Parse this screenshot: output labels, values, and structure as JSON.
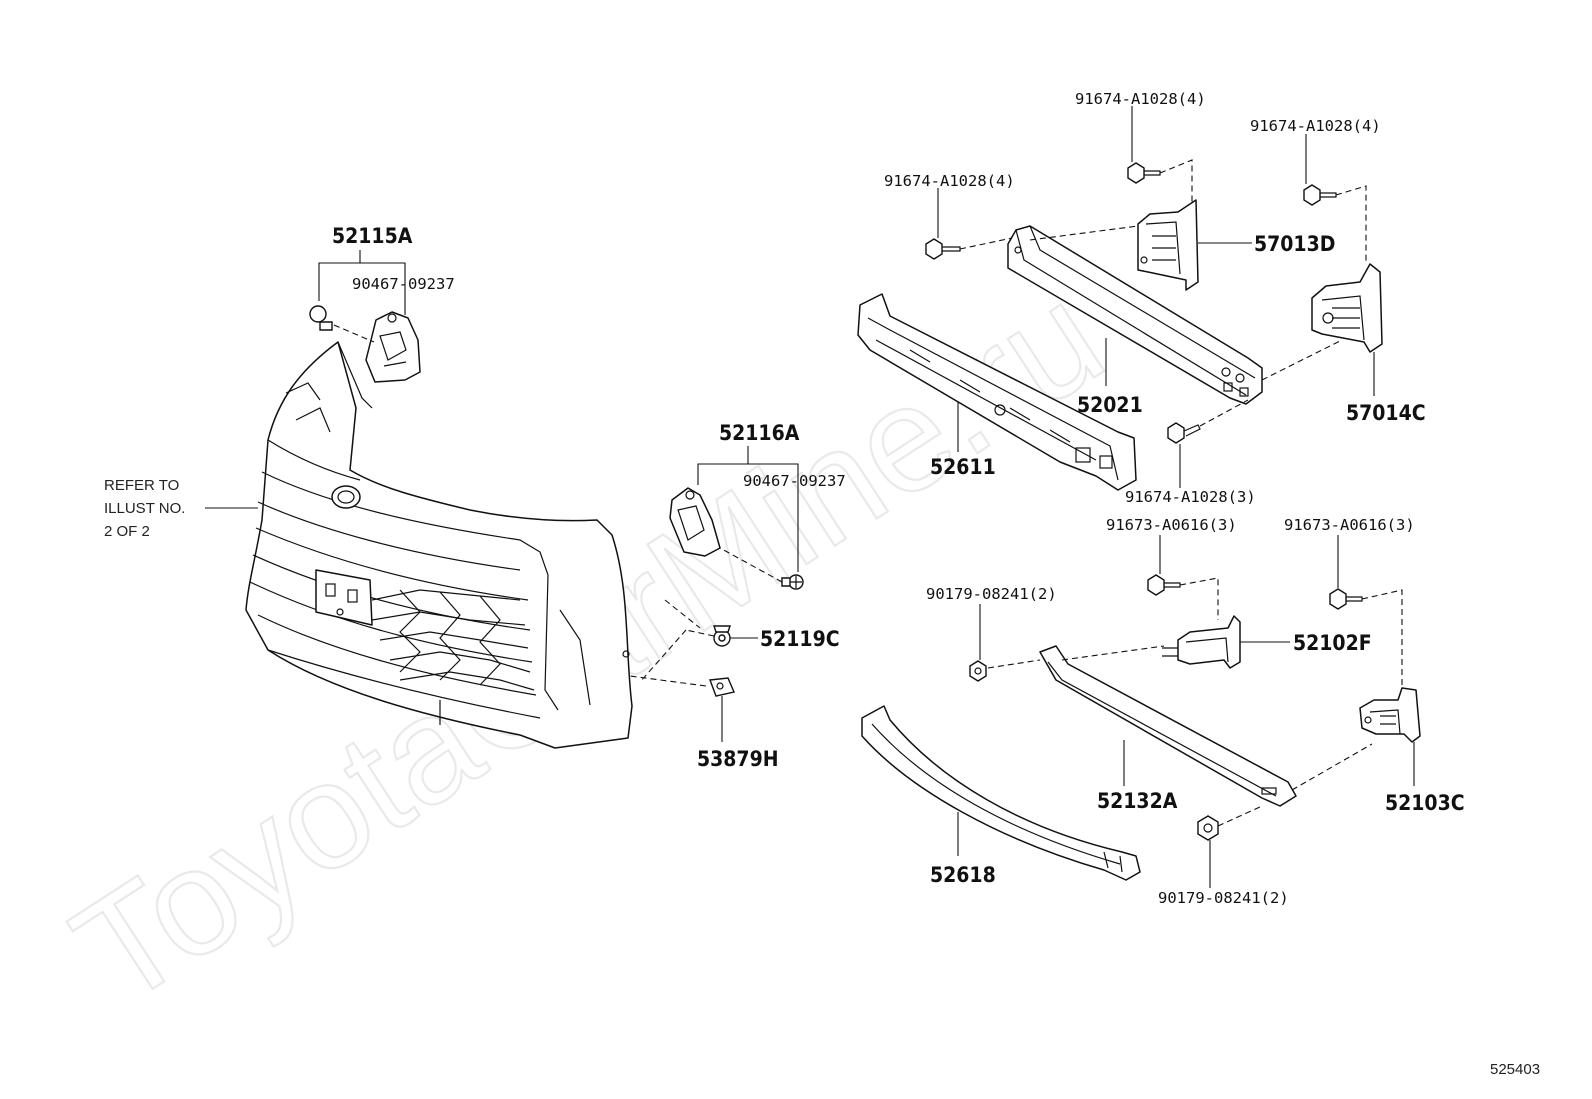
{
  "image_number": "525403",
  "watermark": "ToyotaCarMine.ru",
  "note": {
    "line1": "REFER TO",
    "line2": "ILLUST NO.",
    "line3": "2 OF 2"
  },
  "parts": {
    "p52115A": "52115A",
    "p52116A": "52116A",
    "p52119C": "52119C",
    "p53879H": "53879H",
    "p52021": "52021",
    "p52611": "52611",
    "p57013D": "57013D",
    "p57014C": "57014C",
    "p52102F": "52102F",
    "p52132A": "52132A",
    "p52103C": "52103C",
    "p52618": "52618"
  },
  "fasteners": {
    "f90467_a": "90467-09237",
    "f90467_b": "90467-09237",
    "f91674_top": "91674-A1028(4)",
    "f91674_right": "91674-A1028(4)",
    "f91674_left": "91674-A1028(4)",
    "f91674_bottom": "91674-A1028(3)",
    "f91673_left": "91673-A0616(3)",
    "f91673_right": "91673-A0616(3)",
    "f90179_upper": "90179-08241(2)",
    "f90179_lower": "90179-08241(2)"
  }
}
